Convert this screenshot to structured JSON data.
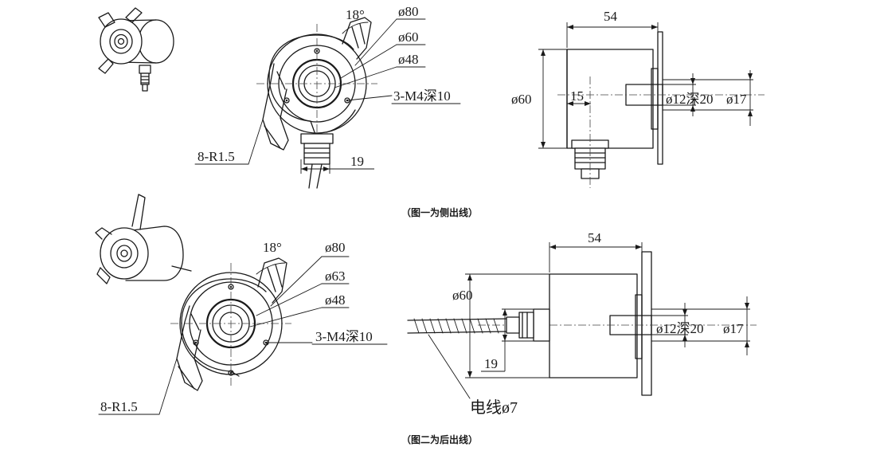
{
  "diagram": {
    "labels": {
      "d80_top": "ø80",
      "d60_top": "ø60",
      "d48_top": "ø48",
      "angle_top": "18°",
      "m4_top": "3-M4深10",
      "r15_top": "8-R1.5",
      "dim19_top": "19",
      "len54_top": "54",
      "d60_side_top": "ø60",
      "dim15_top": "15",
      "d12_top": "ø12深20",
      "d17_top": "ø17",
      "d80_bot": "ø80",
      "d63_bot": "ø63",
      "d48_bot": "ø48",
      "angle_bot": "18°",
      "m4_bot": "3-M4深10",
      "r15_bot": "8-R1.5",
      "len54_bot": "54",
      "d60_side_bot": "ø60",
      "dim19_bot": "19",
      "d12_bot": "ø12深20",
      "d17_bot": "ø17",
      "cable_bot": "电线ø7"
    },
    "captions": {
      "top": "（图一为侧出线）",
      "bottom": "（图二为后出线）"
    }
  }
}
